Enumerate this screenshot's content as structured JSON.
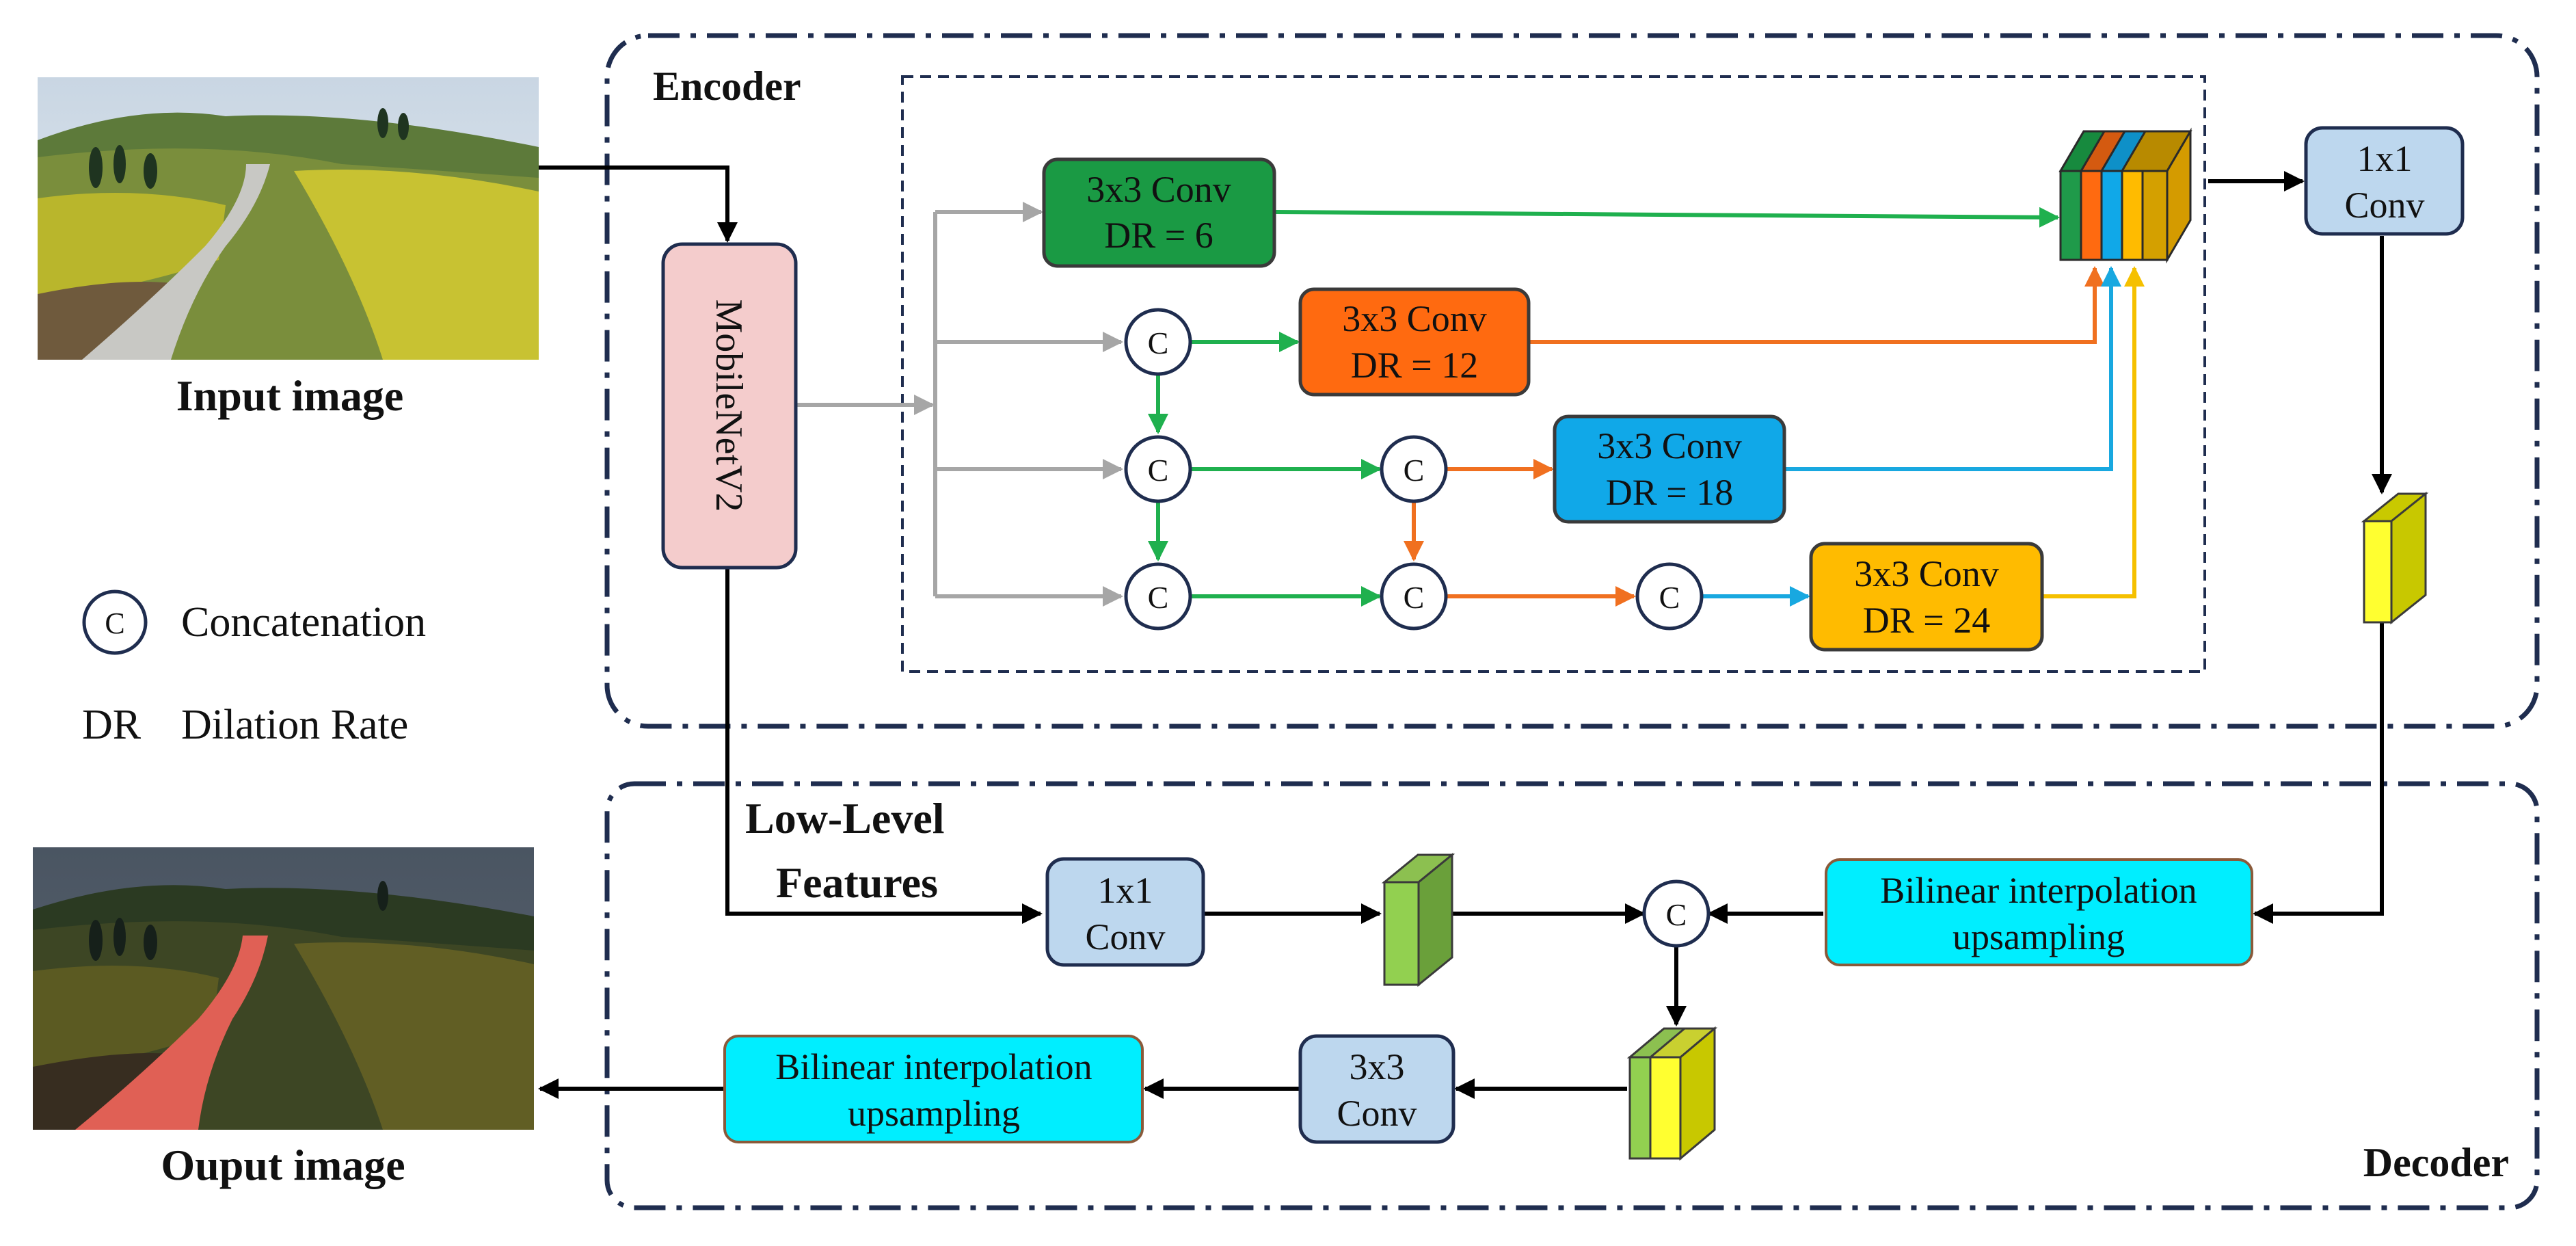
{
  "encoder": {
    "title": "Encoder"
  },
  "decoder": {
    "title": "Decoder"
  },
  "input": {
    "caption": "Input image"
  },
  "output": {
    "caption": "Ouput image"
  },
  "backbone": {
    "label": "MobileNetV2"
  },
  "legend": {
    "concat_symbol": "C",
    "concat_text": "Concatenation",
    "dr_abbr": "DR",
    "dr_text": "Dilation Rate"
  },
  "aspp": {
    "conv6": {
      "line1": "3x3 Conv",
      "line2": "DR = 6"
    },
    "conv12": {
      "line1": "3x3 Conv",
      "line2": "DR = 12"
    },
    "conv18": {
      "line1": "3x3 Conv",
      "line2": "DR = 18"
    },
    "conv24": {
      "line1": "3x3 Conv",
      "line2": "DR = 24"
    },
    "concat_symbol": "C"
  },
  "enc_conv1x1": {
    "line1": "1x1",
    "line2": "Conv"
  },
  "low_level": {
    "line1": "Low-Level",
    "line2": "Features"
  },
  "dec_conv1x1": {
    "line1": "1x1",
    "line2": "Conv"
  },
  "dec_conv3x3": {
    "line1": "3x3",
    "line2": "Conv"
  },
  "upsample_top": {
    "line1": "Bilinear interpolation",
    "line2": "upsampling"
  },
  "upsample_bottom": {
    "line1": "Bilinear interpolation",
    "line2": "upsampling"
  },
  "colors": {
    "green": "#1a9a44",
    "orange": "#ff6a10",
    "blue": "#10a8e8",
    "amber": "#ffbb00",
    "cyan": "#00eeff",
    "lightblue": "#bdd7ee",
    "pink": "#f4cccc",
    "gray": "#a6a6a6",
    "navy": "#1f2d4f",
    "road_red": "#e06055"
  }
}
